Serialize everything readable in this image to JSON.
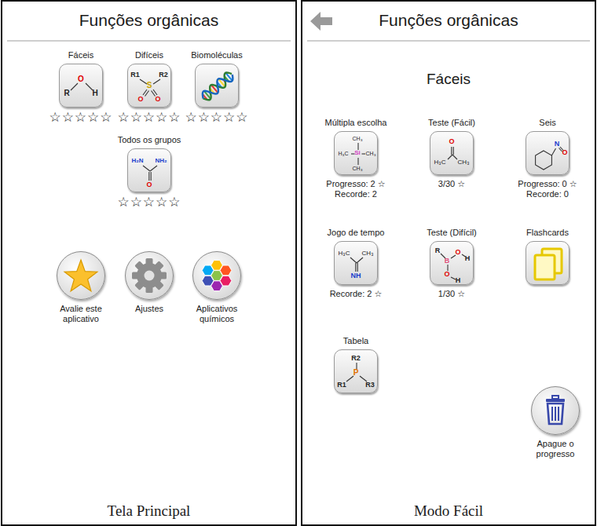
{
  "diagram": {
    "nodes": [
      {
        "text": [
          "Funções orgânicas",
          "Tela Principal"
        ]
      },
      {
        "text": [
          "Fáceis",
          "☆☆☆☆☆"
        ],
        "in": 0
      },
      {
        "text": [
          "Difíceis",
          "☆☆☆☆☆"
        ],
        "in": 0
      },
      {
        "text": [
          "Biomoléculas",
          "☆☆☆☆☆"
        ],
        "in": 0
      },
      {
        "text": [
          "Todos os grupos",
          "☆☆☆☆☆"
        ],
        "in": 0
      },
      {
        "text": [
          "Avalie este aplicativo"
        ],
        "in": 0
      },
      {
        "text": [
          "Ajustes"
        ],
        "in": 0
      },
      {
        "text": [
          "Aplicativos químicos"
        ],
        "in": 0
      },
      {
        "text": [
          "Funções orgânicas",
          "Fáceis",
          "Modo Fácil"
        ]
      },
      {
        "text": [
          "Múltipla escolha",
          "Progresso: 2 ☆ Recorde: 2"
        ],
        "in": 8
      },
      {
        "text": [
          "Teste (Fácil)",
          "3/30 ☆"
        ],
        "in": 8
      },
      {
        "text": [
          "Seis",
          "Progresso: 0 ☆ Recorde: 0"
        ],
        "in": 8
      },
      {
        "text": [
          "Jogo de tempo",
          "Recorde: 2 ☆"
        ],
        "in": 8
      },
      {
        "text": [
          "Teste (Difícil)",
          "1/30 ☆"
        ],
        "in": 8
      },
      {
        "text": [
          "Flashcards"
        ],
        "in": 8
      },
      {
        "text": [
          "Tabela"
        ],
        "in": 8
      },
      {
        "text": [
          "Apague o progresso"
        ],
        "in": 8
      }
    ],
    "labels": [
      "R",
      "O",
      "H",
      "R1",
      "R2",
      "S",
      "O",
      "O",
      "H₂N",
      "NH₂",
      "O",
      "CH₃",
      "H₃C",
      "Si",
      "CH₃",
      "CH₃",
      "O",
      "H₃C",
      "CH₃",
      "N",
      "O",
      "H₃C",
      "CH₃",
      "NH",
      "R",
      "B",
      "O",
      "H",
      "O",
      "H",
      "R2",
      "P",
      "R1",
      "R3"
    ]
  }
}
